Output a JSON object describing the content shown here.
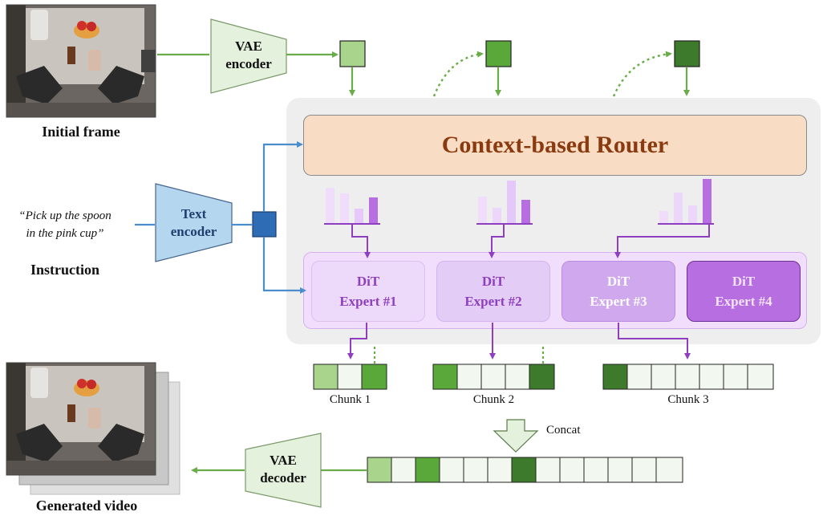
{
  "initial_frame_caption": "Initial frame",
  "instruction": {
    "line1": "“Pick up the spoon",
    "line2": "in the pink cup”",
    "caption": "Instruction"
  },
  "vae_encoder": {
    "line1": "VAE",
    "line2": "encoder"
  },
  "text_encoder": {
    "line1": "Text",
    "line2": "encoder"
  },
  "vae_decoder": {
    "line1": "VAE",
    "line2": "decoder"
  },
  "router": {
    "label": "Context-based Router"
  },
  "experts": [
    {
      "line1": "DiT",
      "line2": "Expert #1"
    },
    {
      "line1": "DiT",
      "line2": "Expert #2"
    },
    {
      "line1": "DiT",
      "line2": "Expert #3"
    },
    {
      "line1": "DiT",
      "line2": "Expert #4"
    }
  ],
  "chunks": [
    "Chunk 1",
    "Chunk 2",
    "Chunk 3"
  ],
  "concat_label": "Concat",
  "generated_video_caption": "Generated video",
  "colors": {
    "latent_light": "#a8d48c",
    "latent_mid": "#5aa83a",
    "latent_dark": "#3d7a2c",
    "latent_empty": "#f2f8ef",
    "arrow_green": "#6aac4a",
    "text_blue": "#3a78c0",
    "router_fill": "#f8dcc4",
    "router_text": "#8b3a10",
    "expert_purple": "#8e3fc0"
  }
}
